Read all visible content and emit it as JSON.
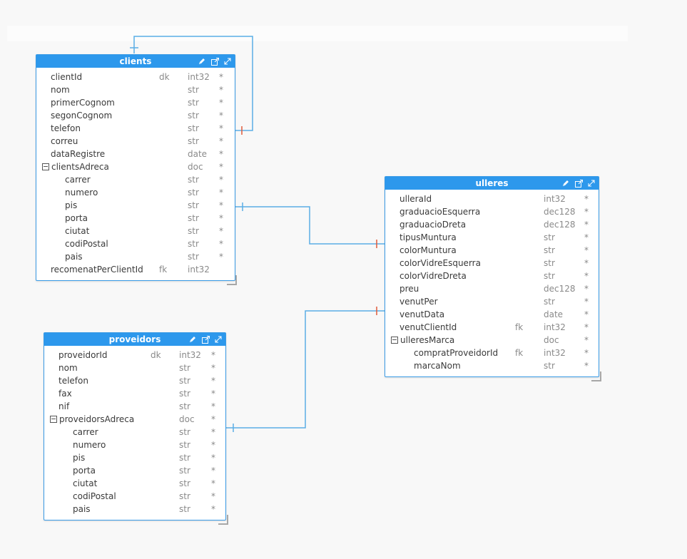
{
  "colors": {
    "header": "#2d98ec",
    "border": "#3a9be6",
    "link": "#5aaee6",
    "marker": "#e05a3a",
    "background": "#f8f8f8"
  },
  "tables": {
    "clients": {
      "title": "clients",
      "icons": [
        "pencil-icon",
        "open-external-icon",
        "expand-icon"
      ],
      "rows": [
        {
          "name": "clientId",
          "key": "dk",
          "type": "int32",
          "req": "*"
        },
        {
          "name": "nom",
          "key": "",
          "type": "str",
          "req": "*"
        },
        {
          "name": "primerCognom",
          "key": "",
          "type": "str",
          "req": "*"
        },
        {
          "name": "segonCognom",
          "key": "",
          "type": "str",
          "req": "*"
        },
        {
          "name": "telefon",
          "key": "",
          "type": "str",
          "req": "*"
        },
        {
          "name": "correu",
          "key": "",
          "type": "str",
          "req": "*"
        },
        {
          "name": "dataRegistre",
          "key": "",
          "type": "date",
          "req": "*"
        },
        {
          "name": "clientsAdreca",
          "key": "",
          "type": "doc",
          "req": "*",
          "group": true
        },
        {
          "name": "carrer",
          "key": "",
          "type": "str",
          "req": "*",
          "child": true
        },
        {
          "name": "numero",
          "key": "",
          "type": "str",
          "req": "*",
          "child": true
        },
        {
          "name": "pis",
          "key": "",
          "type": "str",
          "req": "*",
          "child": true
        },
        {
          "name": "porta",
          "key": "",
          "type": "str",
          "req": "*",
          "child": true
        },
        {
          "name": "ciutat",
          "key": "",
          "type": "str",
          "req": "*",
          "child": true
        },
        {
          "name": "codiPostal",
          "key": "",
          "type": "str",
          "req": "*",
          "child": true
        },
        {
          "name": "pais",
          "key": "",
          "type": "str",
          "req": "*",
          "child": true
        },
        {
          "name": "recomenatPerClientId",
          "key": "fk",
          "type": "int32",
          "req": ""
        }
      ]
    },
    "ulleres": {
      "title": "ulleres",
      "icons": [
        "pencil-icon",
        "open-external-icon",
        "expand-icon"
      ],
      "rows": [
        {
          "name": "ulleraId",
          "key": "",
          "type": "int32",
          "req": "*"
        },
        {
          "name": "graduacioEsquerra",
          "key": "",
          "type": "dec128",
          "req": "*"
        },
        {
          "name": "graduacioDreta",
          "key": "",
          "type": "dec128",
          "req": "*"
        },
        {
          "name": "tipusMuntura",
          "key": "",
          "type": "str",
          "req": "*"
        },
        {
          "name": "colorMuntura",
          "key": "",
          "type": "str",
          "req": "*"
        },
        {
          "name": "colorVidreEsquerra",
          "key": "",
          "type": "str",
          "req": "*"
        },
        {
          "name": "colorVidreDreta",
          "key": "",
          "type": "str",
          "req": "*"
        },
        {
          "name": "preu",
          "key": "",
          "type": "dec128",
          "req": "*"
        },
        {
          "name": "venutPer",
          "key": "",
          "type": "str",
          "req": "*"
        },
        {
          "name": "venutData",
          "key": "",
          "type": "date",
          "req": "*"
        },
        {
          "name": "venutClientId",
          "key": "fk",
          "type": "int32",
          "req": "*"
        },
        {
          "name": "ulleresMarca",
          "key": "",
          "type": "doc",
          "req": "*",
          "group": true
        },
        {
          "name": "compratProveidorId",
          "key": "fk",
          "type": "int32",
          "req": "*",
          "child": true
        },
        {
          "name": "marcaNom",
          "key": "",
          "type": "str",
          "req": "*",
          "child": true
        }
      ]
    },
    "proveidors": {
      "title": "proveidors",
      "icons": [
        "pencil-icon",
        "open-external-icon",
        "expand-icon"
      ],
      "rows": [
        {
          "name": "proveidorId",
          "key": "dk",
          "type": "int32",
          "req": "*"
        },
        {
          "name": "nom",
          "key": "",
          "type": "str",
          "req": "*"
        },
        {
          "name": "telefon",
          "key": "",
          "type": "str",
          "req": "*"
        },
        {
          "name": "fax",
          "key": "",
          "type": "str",
          "req": "*"
        },
        {
          "name": "nif",
          "key": "",
          "type": "str",
          "req": "*"
        },
        {
          "name": "proveidorsAdreca",
          "key": "",
          "type": "doc",
          "req": "*",
          "group": true
        },
        {
          "name": "carrer",
          "key": "",
          "type": "str",
          "req": "*",
          "child": true
        },
        {
          "name": "numero",
          "key": "",
          "type": "str",
          "req": "*",
          "child": true
        },
        {
          "name": "pis",
          "key": "",
          "type": "str",
          "req": "*",
          "child": true
        },
        {
          "name": "porta",
          "key": "",
          "type": "str",
          "req": "*",
          "child": true
        },
        {
          "name": "ciutat",
          "key": "",
          "type": "str",
          "req": "*",
          "child": true
        },
        {
          "name": "codiPostal",
          "key": "",
          "type": "str",
          "req": "*",
          "child": true
        },
        {
          "name": "pais",
          "key": "",
          "type": "str",
          "req": "*",
          "child": true
        }
      ]
    }
  }
}
